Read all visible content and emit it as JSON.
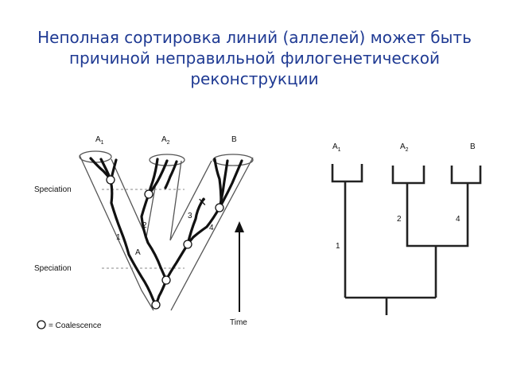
{
  "slide": {
    "title": "Неполная сортировка линий (аллелей) может быть\nпричиной неправильной филогенетической\nреконструкции"
  },
  "left_figure": {
    "species": [
      "A1",
      "A2",
      "B"
    ],
    "species_base": [
      "A",
      "A",
      "B"
    ],
    "species_sub": [
      "1",
      "2",
      ""
    ],
    "speciation_label": "Speciation",
    "branch_numbers": [
      "1",
      "2",
      "3",
      "4"
    ],
    "ancestral_label": "A",
    "time_label": "Time",
    "legend_text": "= Coalescence",
    "extinction_mark": "×"
  },
  "right_figure": {
    "species": [
      "A1",
      "A2",
      "B"
    ],
    "species_base": [
      "A",
      "A",
      "B"
    ],
    "species_sub": [
      "1",
      "2",
      ""
    ],
    "branch_numbers": [
      "1",
      "2",
      "4"
    ]
  },
  "colors": {
    "title": "#1f3a93",
    "lines": "#111111",
    "tube": "#555555",
    "dashed": "#888888"
  }
}
